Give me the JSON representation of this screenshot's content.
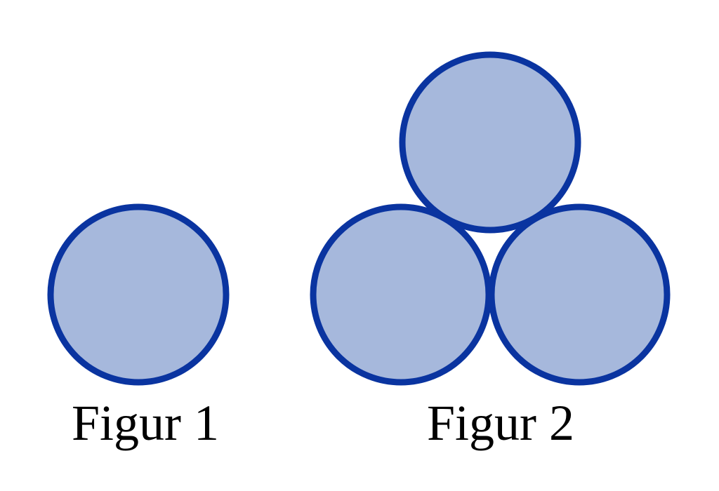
{
  "colors": {
    "circle_fill": "#a6b8dc",
    "circle_stroke": "#0a34a0",
    "caption_text": "#000000",
    "background": "#ffffff"
  },
  "figures": [
    {
      "caption": "Figur 1",
      "circle_count": 1
    },
    {
      "caption": "Figur 2",
      "circle_count": 3
    }
  ]
}
